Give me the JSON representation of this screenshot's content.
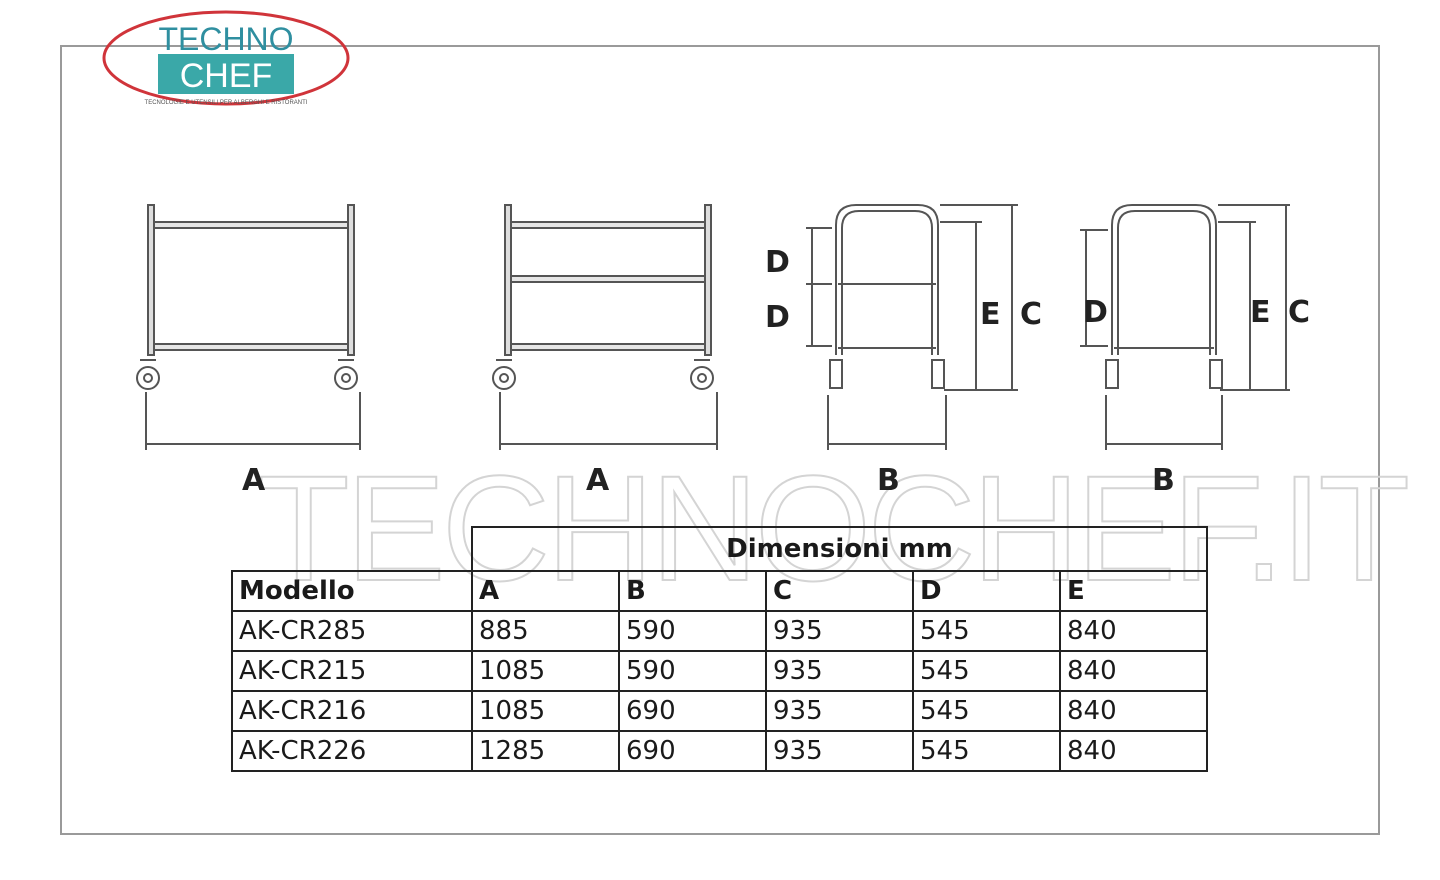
{
  "logo": {
    "line1": "TECHNO",
    "line2": "CHEF",
    "tagline": "TECNOLOGIE E UTENSILI PER ALBERGHI E RISTORANTI",
    "ring_color": "#d0343a",
    "brand_color": "#3aa8a8"
  },
  "watermark": "TECHNOCHEF.IT",
  "drawings": {
    "views": [
      {
        "name": "front-view-2-shelves",
        "width_label": "A"
      },
      {
        "name": "front-view-3-shelves",
        "width_label": "A"
      },
      {
        "name": "side-view-3-shelves",
        "width_label": "B",
        "labels": [
          "D",
          "D",
          "E",
          "C"
        ]
      },
      {
        "name": "side-view-2-shelves",
        "width_label": "B",
        "labels": [
          "D",
          "E",
          "C"
        ]
      }
    ]
  },
  "table": {
    "caption": "Dimensioni mm",
    "headers": [
      "Modello",
      "A",
      "B",
      "C",
      "D",
      "E"
    ],
    "rows": [
      [
        "AK-CR285",
        "885",
        "590",
        "935",
        "545",
        "840"
      ],
      [
        "AK-CR215",
        "1085",
        "590",
        "935",
        "545",
        "840"
      ],
      [
        "AK-CR216",
        "1085",
        "690",
        "935",
        "545",
        "840"
      ],
      [
        "AK-CR226",
        "1285",
        "690",
        "935",
        "545",
        "840"
      ]
    ]
  }
}
